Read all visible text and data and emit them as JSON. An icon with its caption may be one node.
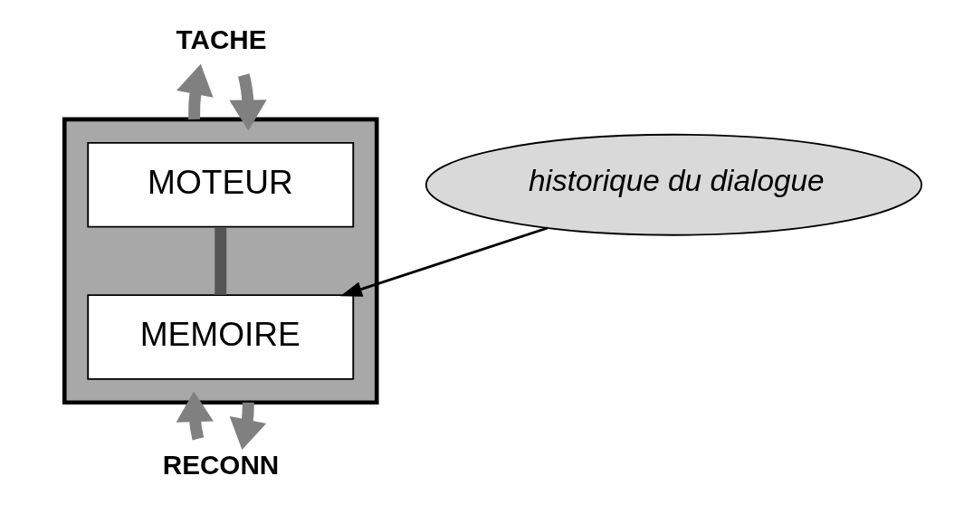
{
  "diagram": {
    "nodes": [
      {
        "text": [
          "TACHE"
        ]
      },
      {
        "text": [],
        "shape": "box"
      },
      {
        "text": [
          "MOTEUR"
        ],
        "in": 1
      },
      {
        "text": [
          "MEMOIRE"
        ],
        "in": 1
      },
      {
        "text": [
          "historique du dialogue"
        ]
      },
      {
        "text": [
          "RECONN"
        ]
      }
    ],
    "edges": [
      {
        "from": 1,
        "to": 0,
        "arrow": "to"
      },
      {
        "from": 0,
        "to": 1,
        "arrow": "to"
      },
      {
        "from": 2,
        "to": 3,
        "arrow": "none",
        "color": "#555555"
      },
      {
        "from": 4,
        "to": 3,
        "arrow": "to",
        "color": "#000000"
      },
      {
        "from": 5,
        "to": 1,
        "arrow": "to"
      },
      {
        "from": 1,
        "to": 5,
        "arrow": "to"
      }
    ]
  }
}
